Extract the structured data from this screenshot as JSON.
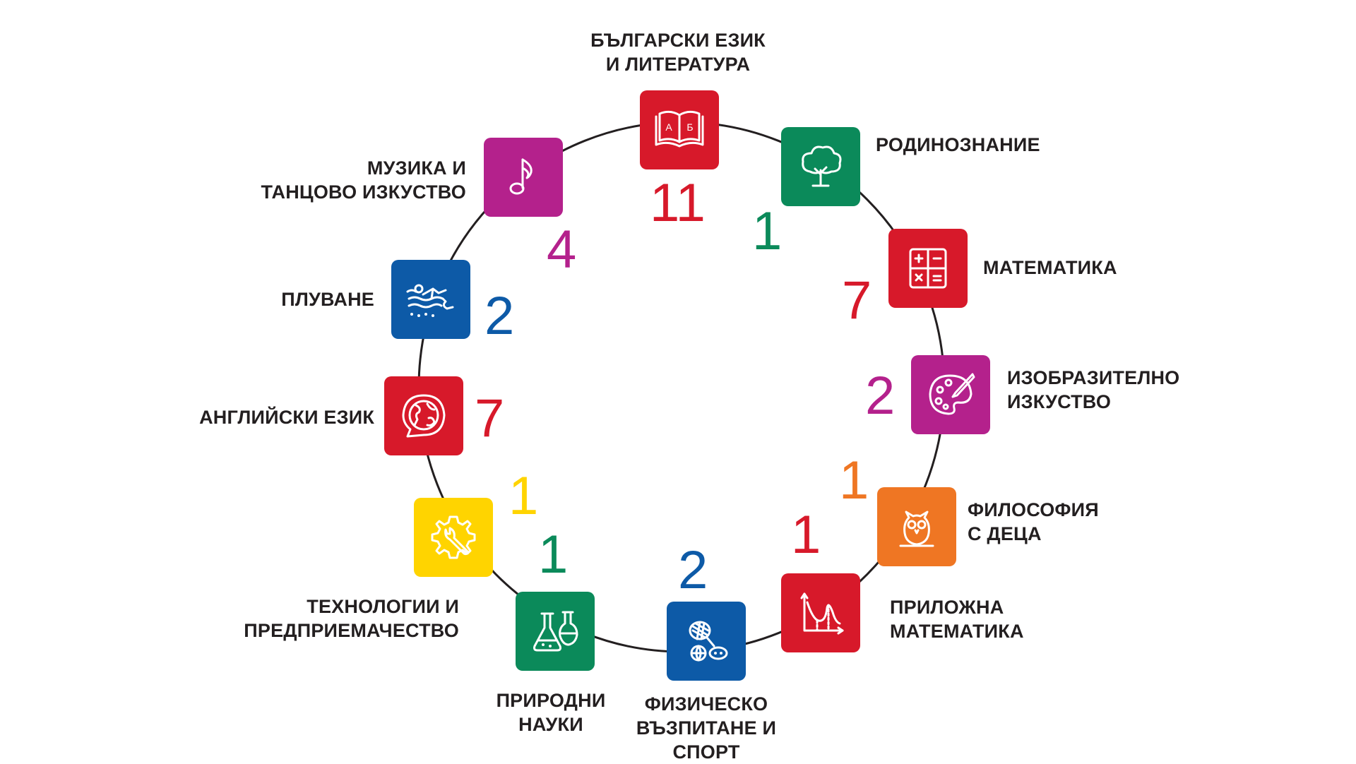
{
  "colors": {
    "red": "#d7192a",
    "green": "#0b8a5a",
    "magenta": "#b4218c",
    "blue": "#0d5aa7",
    "orange": "#ef7623",
    "yellow": "#ffd400",
    "ring": "#231f20"
  },
  "subjects": [
    {
      "key": "bulgarian",
      "label1": "БЪЛГАРСКИ ЕЗИК",
      "label2": "И ЛИТЕРАТУРА",
      "count": "11",
      "color": "#d7192a",
      "count_color": "#d7192a",
      "icon": "book-icon",
      "book_left": "А",
      "book_right": "Б"
    },
    {
      "key": "homeland",
      "label1": "РОДИНОЗНАНИЕ",
      "label2": "",
      "count": "1",
      "color": "#0b8a5a",
      "count_color": "#0b8a5a",
      "icon": "tree-icon"
    },
    {
      "key": "math",
      "label1": "МАТЕМАТИКА",
      "label2": "",
      "count": "7",
      "color": "#d7192a",
      "count_color": "#d7192a",
      "icon": "calculator-icon"
    },
    {
      "key": "art",
      "label1": "ИЗОБРАЗИТЕЛНО",
      "label2": "ИЗКУСТВО",
      "count": "2",
      "color": "#b4218c",
      "count_color": "#b4218c",
      "icon": "palette-icon"
    },
    {
      "key": "philosophy",
      "label1": "ФИЛОСОФИЯ",
      "label2": "С ДЕЦА",
      "count": "1",
      "color": "#ef7623",
      "count_color": "#ef7623",
      "icon": "owl-icon"
    },
    {
      "key": "applied_math",
      "label1": "ПРИЛОЖНА",
      "label2": "МАТЕМАТИКА",
      "count": "1",
      "color": "#d7192a",
      "count_color": "#d7192a",
      "icon": "graph-icon"
    },
    {
      "key": "pe",
      "label1": "ФИЗИЧЕСКО",
      "label2": "ВЪЗПИТАНЕ И",
      "label3": "СПОРТ",
      "count": "2",
      "color": "#0d5aa7",
      "count_color": "#0d5aa7",
      "icon": "sports-icon"
    },
    {
      "key": "science",
      "label1": "ПРИРОДНИ",
      "label2": "НАУКИ",
      "count": "1",
      "color": "#0b8a5a",
      "count_color": "#0b8a5a",
      "icon": "flask-icon"
    },
    {
      "key": "technology",
      "label1": "ТЕХНОЛОГИИ И",
      "label2": "ПРЕДПРИЕМАЧЕСТВО",
      "count": "1",
      "color": "#ffd400",
      "count_color": "#ffd400",
      "icon": "gear-wrench-icon"
    },
    {
      "key": "english",
      "label1": "АНГЛИЙСКИ ЕЗИК",
      "label2": "",
      "count": "7",
      "color": "#d7192a",
      "count_color": "#d7192a",
      "icon": "globe-chat-icon"
    },
    {
      "key": "swimming",
      "label1": "ПЛУВАНЕ",
      "label2": "",
      "count": "2",
      "color": "#0d5aa7",
      "count_color": "#0d5aa7",
      "icon": "swimmer-icon"
    },
    {
      "key": "music",
      "label1": "МУЗИКА И",
      "label2": "ТАНЦОВО ИЗКУСТВО",
      "count": "4",
      "color": "#b4218c",
      "count_color": "#b4218c",
      "icon": "music-note-icon"
    }
  ]
}
